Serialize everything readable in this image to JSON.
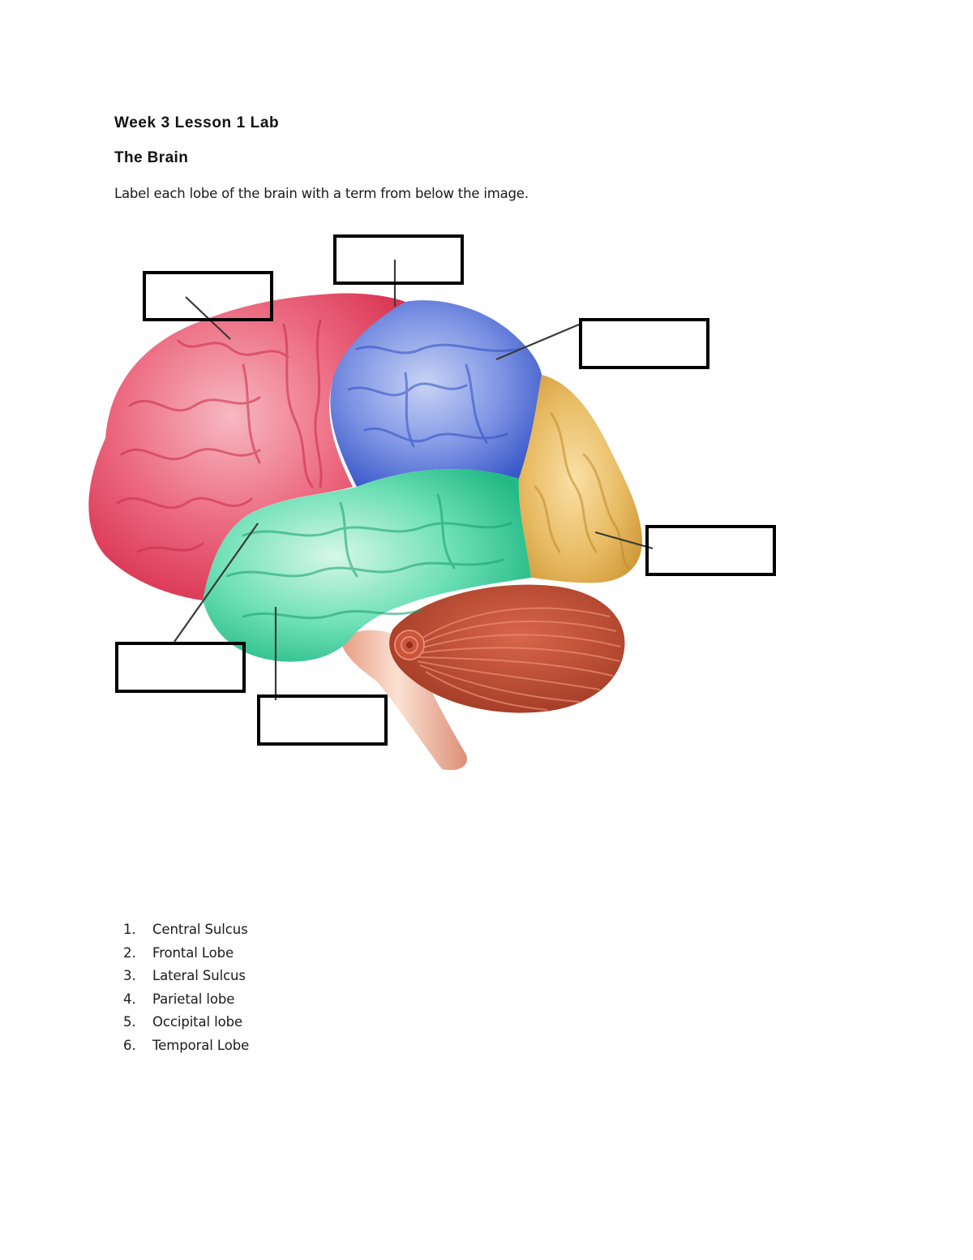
{
  "document": {
    "title": "Week 3 Lesson 1 Lab",
    "subtitle": "The Brain",
    "instruction": "Label each lobe of the brain with a term from below the image."
  },
  "figure": {
    "description": "Lateral view of the human brain with colored lobes and blank label boxes",
    "colors": {
      "frontal_lobe": "#e8455f",
      "parietal_lobe": "#4d6fd6",
      "temporal_lobe": "#3fd3a2",
      "occipital_lobe": "#e2b050",
      "cerebellum": "#b8432d",
      "brainstem": "#f2c2a6",
      "label_border": "#000000",
      "leader_line": "#333333"
    },
    "label_boxes": [
      {
        "id": "box-1",
        "value": "",
        "points_to": "frontal region"
      },
      {
        "id": "box-2",
        "value": "",
        "points_to": "boundary between frontal and parietal regions"
      },
      {
        "id": "box-3",
        "value": "",
        "points_to": "parietal region"
      },
      {
        "id": "box-4",
        "value": "",
        "points_to": "occipital region"
      },
      {
        "id": "box-5",
        "value": "",
        "points_to": "boundary between frontal and temporal regions"
      },
      {
        "id": "box-6",
        "value": "",
        "points_to": "temporal region"
      }
    ]
  },
  "terms": [
    {
      "number": "1.",
      "label": "Central Sulcus"
    },
    {
      "number": "2.",
      "label": "Frontal Lobe"
    },
    {
      "number": "3.",
      "label": "Lateral Sulcus"
    },
    {
      "number": "4.",
      "label": "Parietal lobe"
    },
    {
      "number": "5.",
      "label": "Occipital lobe"
    },
    {
      "number": "6.",
      "label": "Temporal Lobe"
    }
  ]
}
